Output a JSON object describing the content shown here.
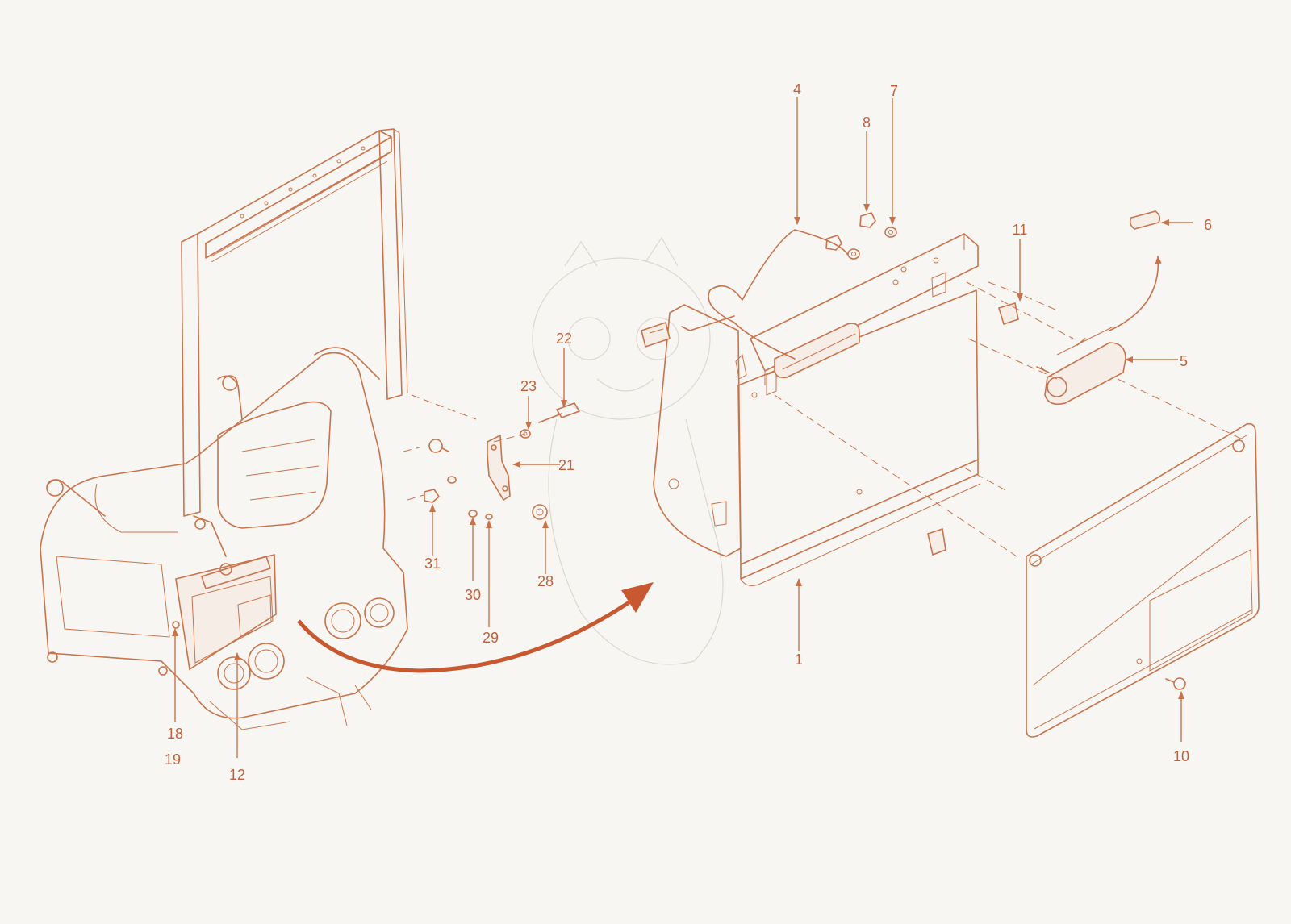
{
  "diagram": {
    "colors": {
      "background": "#f8f6f2",
      "line": "#c8734c",
      "label": "#c25f3b",
      "arrow": "#c8582f"
    },
    "callouts": [
      {
        "id": "1",
        "text": "1"
      },
      {
        "id": "4",
        "text": "4"
      },
      {
        "id": "5",
        "text": "5"
      },
      {
        "id": "6",
        "text": "6"
      },
      {
        "id": "7",
        "text": "7"
      },
      {
        "id": "8",
        "text": "8"
      },
      {
        "id": "10",
        "text": "10"
      },
      {
        "id": "11",
        "text": "11"
      },
      {
        "id": "12",
        "text": "12"
      },
      {
        "id": "18",
        "text": "18"
      },
      {
        "id": "19",
        "text": "19"
      },
      {
        "id": "21",
        "text": "21"
      },
      {
        "id": "22",
        "text": "22"
      },
      {
        "id": "23",
        "text": "23"
      },
      {
        "id": "28",
        "text": "28"
      },
      {
        "id": "29",
        "text": "29"
      },
      {
        "id": "30",
        "text": "30"
      },
      {
        "id": "31",
        "text": "31"
      }
    ],
    "icons": [
      "curved-arrow-icon",
      "dragon-watermark-icon"
    ]
  }
}
